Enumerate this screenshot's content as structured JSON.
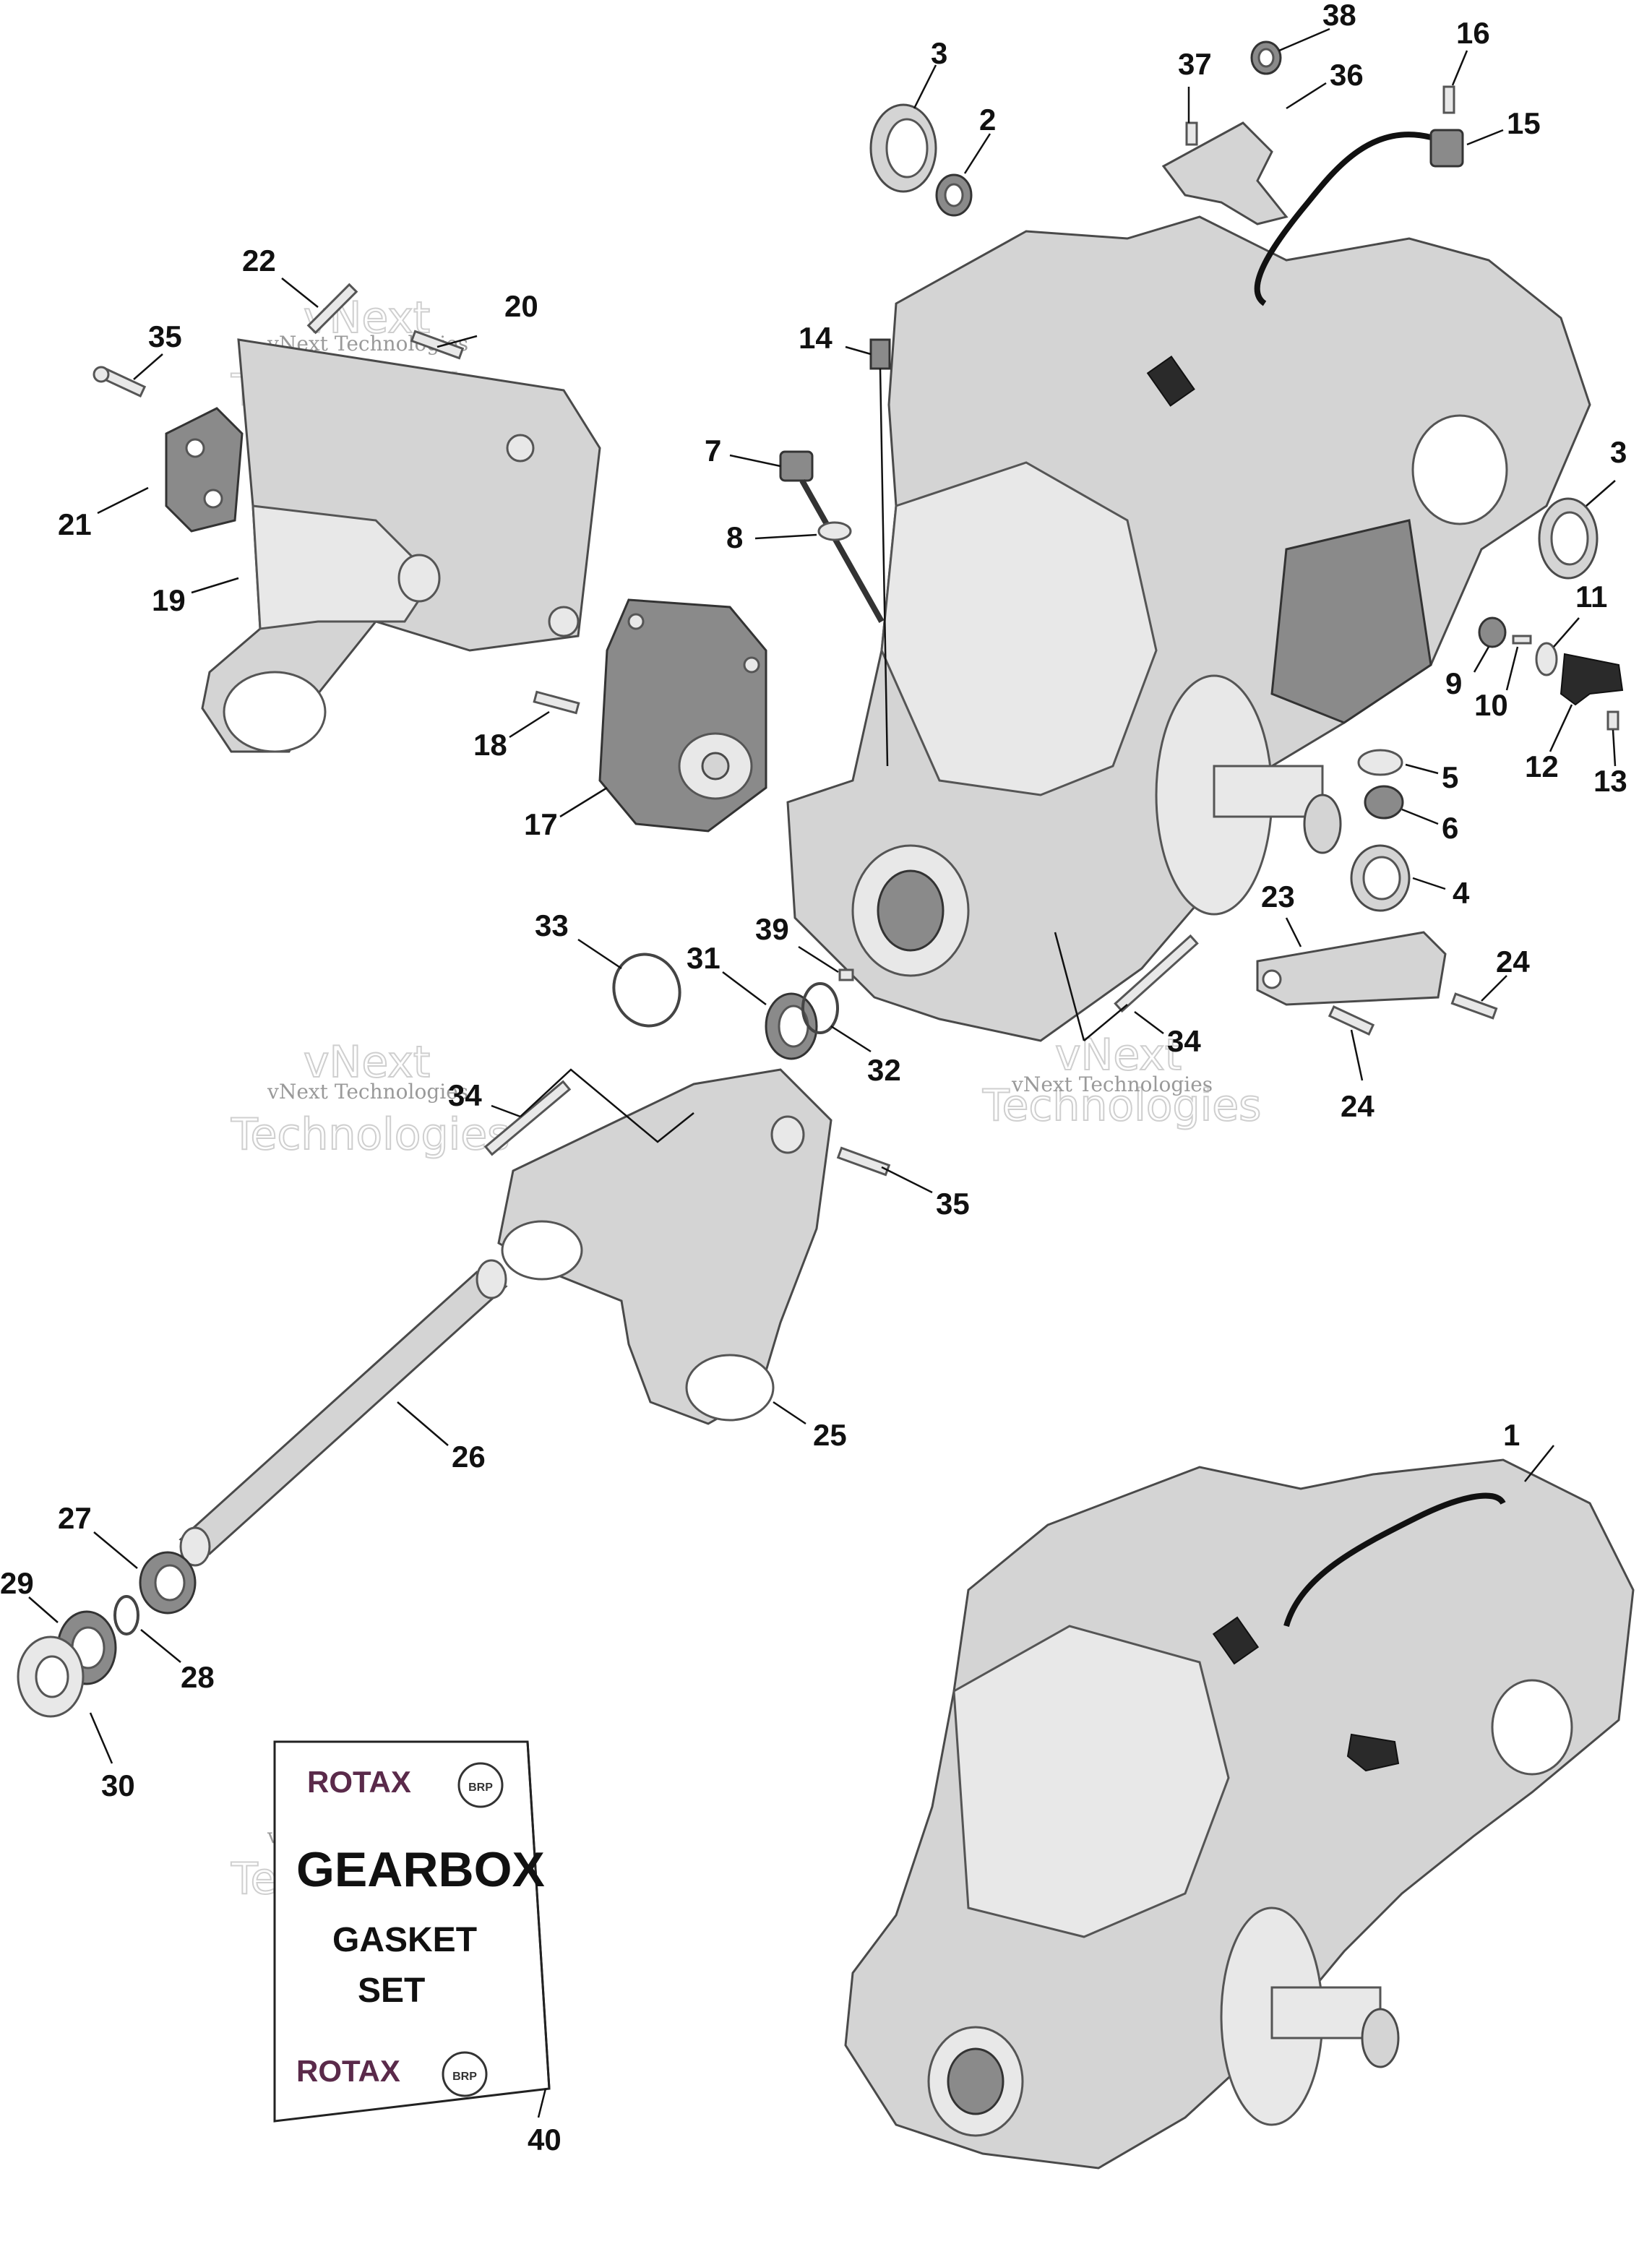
{
  "callouts": {
    "c1": "1",
    "c2": "2",
    "c3a": "3",
    "c3b": "3",
    "c4": "4",
    "c5": "5",
    "c6": "6",
    "c7": "7",
    "c8": "8",
    "c9": "9",
    "c10": "10",
    "c11": "11",
    "c12": "12",
    "c13": "13",
    "c14": "14",
    "c15": "15",
    "c16": "16",
    "c17": "17",
    "c18": "18",
    "c19": "19",
    "c20": "20",
    "c21": "21",
    "c22": "22",
    "c23": "23",
    "c24a": "24",
    "c24b": "24",
    "c25": "25",
    "c26": "26",
    "c27": "27",
    "c28": "28",
    "c29": "29",
    "c30": "30",
    "c31": "31",
    "c32": "32",
    "c33": "33",
    "c34a": "34",
    "c34b": "34",
    "c35a": "35",
    "c35b": "35",
    "c36": "36",
    "c37": "37",
    "c38": "38",
    "c39": "39",
    "c40": "40"
  },
  "watermark": {
    "line1": "vNext Technologies",
    "line2": "Technologies",
    "line3": "vNext"
  },
  "kit": {
    "brand": "ROTAX",
    "badge": "BRP",
    "title": "GEARBOX",
    "line1": "GASKET",
    "line2": "SET"
  }
}
